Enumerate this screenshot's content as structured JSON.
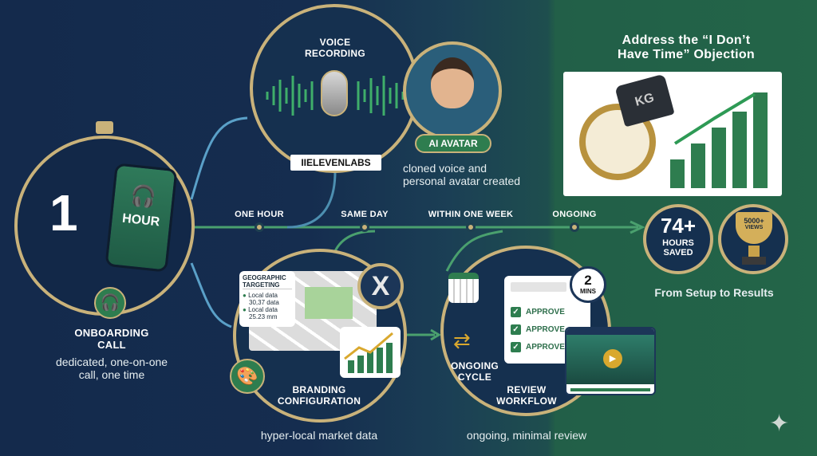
{
  "onboarding": {
    "number": "1",
    "unit": "HOUR",
    "title_line1": "ONBOARDING",
    "title_line2": "CALL",
    "desc_line1": "dedicated, one-on-one",
    "desc_line2": "call, one time"
  },
  "voice": {
    "title_line1": "VOICE",
    "title_line2": "RECORDING",
    "brand": "IIELEVENLABS"
  },
  "avatar": {
    "label": "AI AVATAR",
    "desc_line1": "cloned voice and",
    "desc_line2": "personal avatar created"
  },
  "timeline": [
    "ONE HOUR",
    "SAME DAY",
    "WITHIN ONE WEEK",
    "ONGOING"
  ],
  "branding": {
    "geo_title_line1": "GEOGRAPHIC",
    "geo_title_line2": "TARGETING",
    "geo_items": [
      {
        "a": "Local data",
        "b": "30,37 data"
      },
      {
        "a": "Local data",
        "b": "25.23 mm"
      }
    ],
    "title_line1": "BRANDING",
    "title_line2": "CONFIGURATION",
    "desc": "hyper-local market data",
    "logo": "X"
  },
  "review": {
    "cycle_line1": "ONGOING",
    "cycle_line2": "CYCLE",
    "approve": [
      "APPROVE",
      "APPROVE",
      "APPROVE"
    ],
    "timer_value": "2",
    "timer_unit": "MINS",
    "title_line1": "REVIEW",
    "title_line2": "WORKFLOW",
    "desc": "ongoing, minimal review"
  },
  "objection": {
    "title_line1": "Address the “I Don’t",
    "title_line2": "Have Time” Objection",
    "weight": "KG",
    "bars": [
      0.25,
      0.4,
      0.55,
      0.72,
      0.9
    ]
  },
  "results": {
    "hours": "74+",
    "hours_l1": "HOURS",
    "hours_l2": "SAVED",
    "views": "5000+",
    "views_label": "VIEWS",
    "caption": "From Setup to Results"
  },
  "colors": {
    "gold": "#c9b27a",
    "navy": "#15304f",
    "green": "#2e7d4f",
    "teal": "#4d9bb0"
  }
}
